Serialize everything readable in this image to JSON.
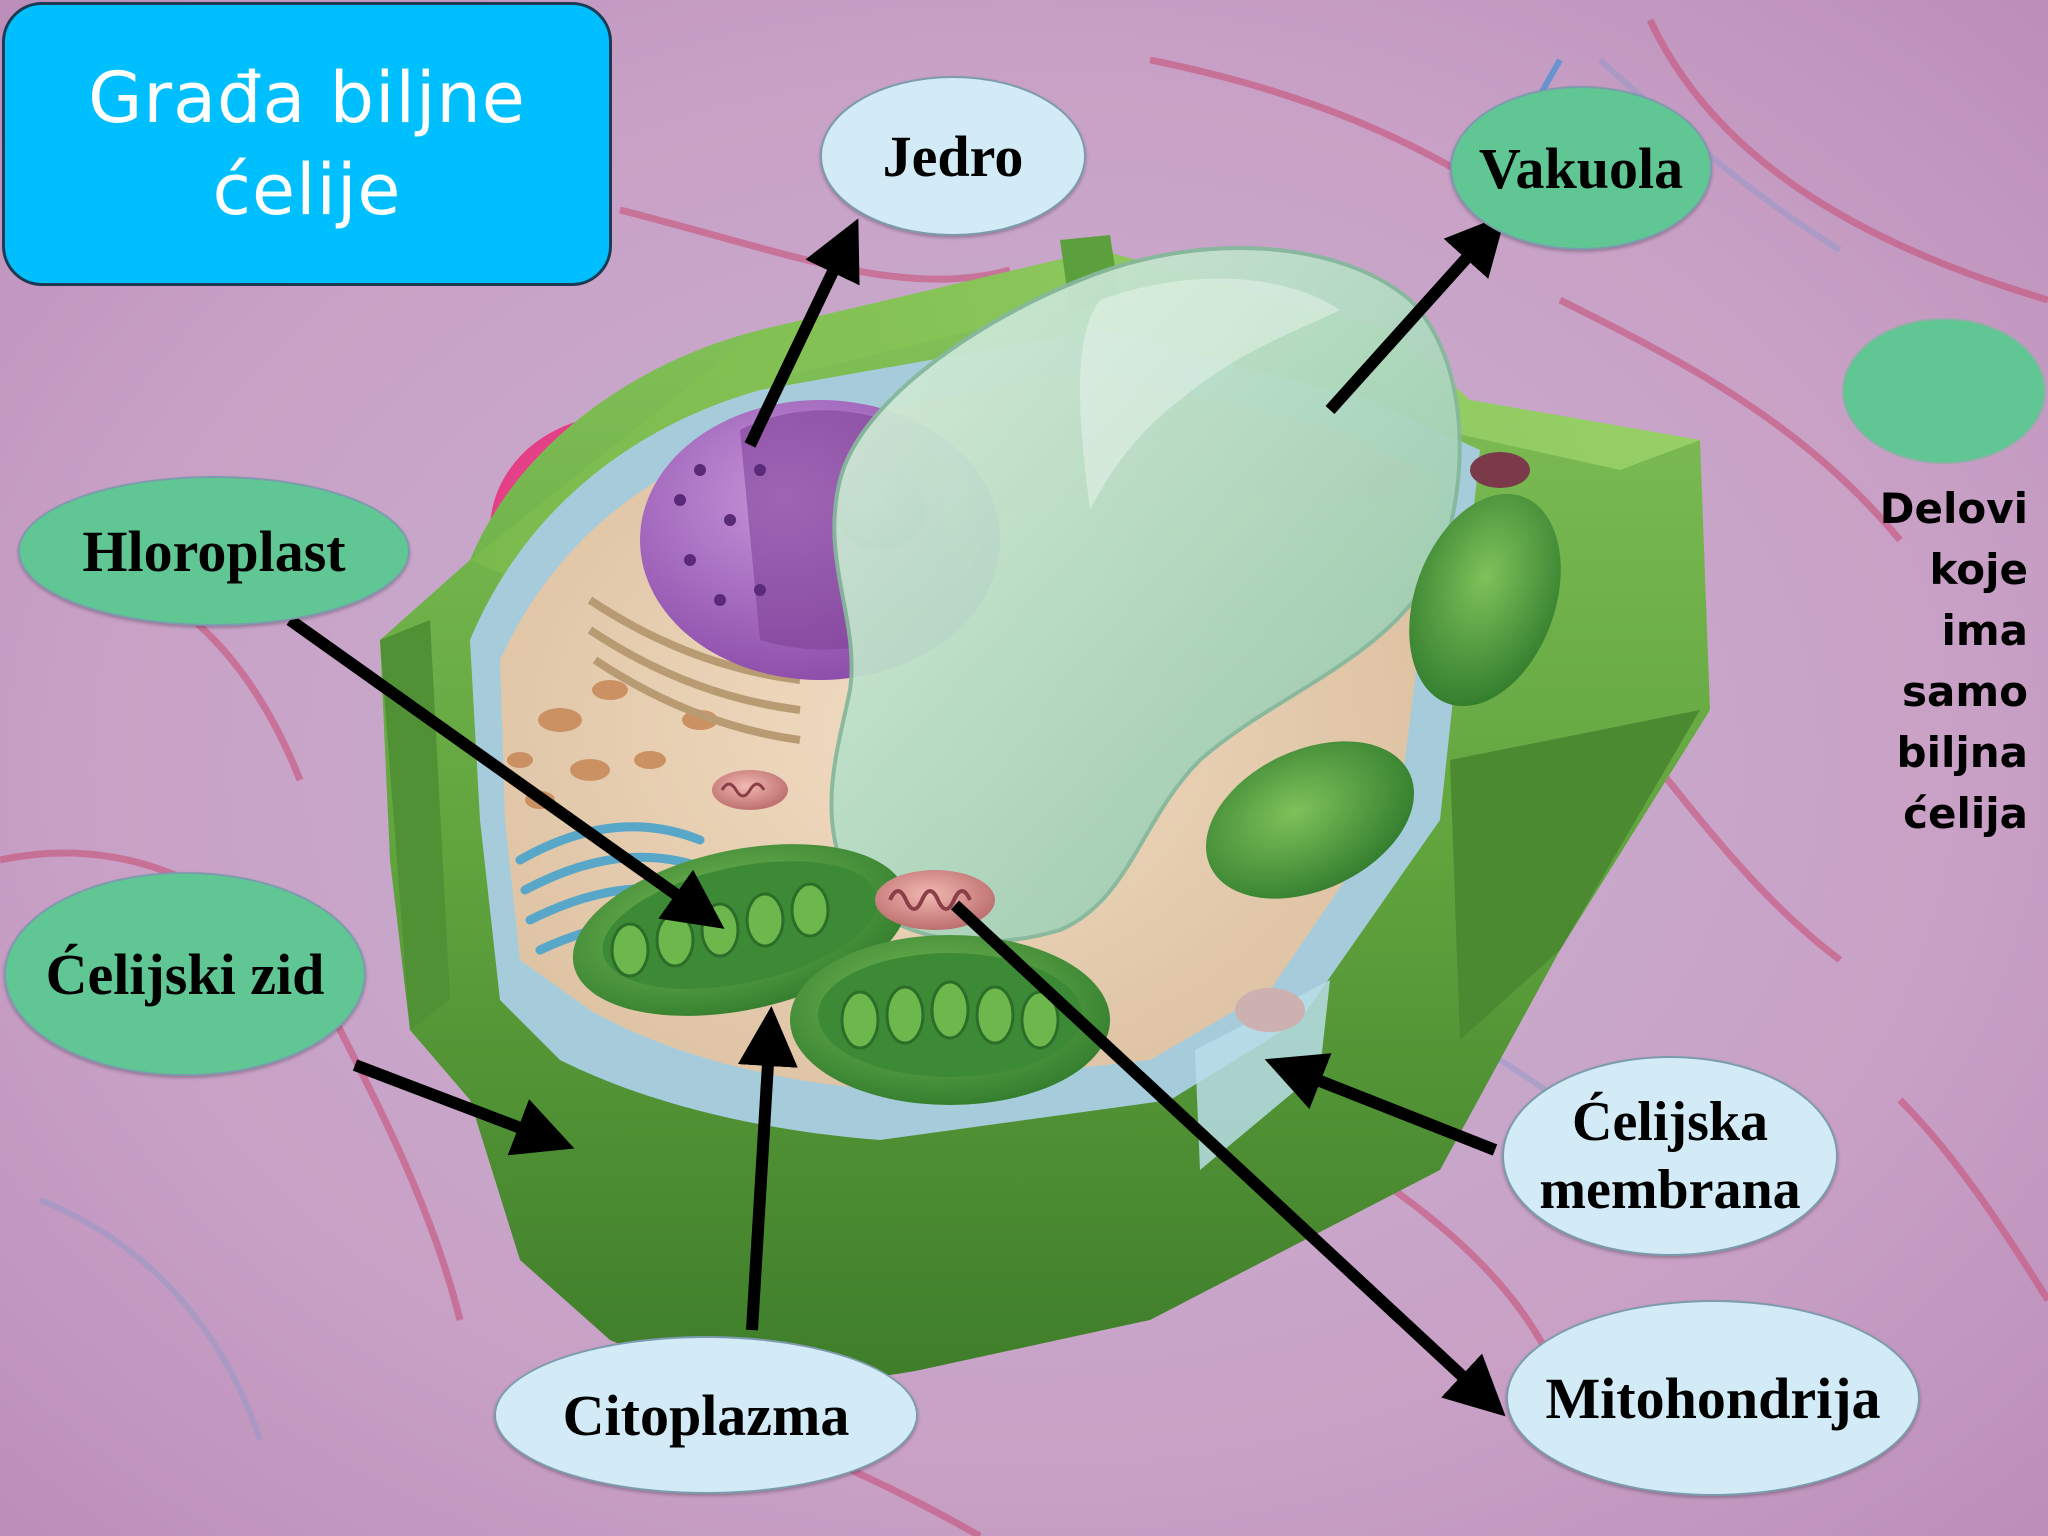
{
  "title": {
    "line1": "Građa biljne",
    "line2": "ćelije"
  },
  "labels": {
    "jedro": "Jedro",
    "vakuola": "Vakuola",
    "hloroplast": "Hloroplast",
    "celijski_zid": "Ćelijski zid",
    "celijska_membrana_1": "Ćelijska",
    "celijska_membrana_2": "membrana",
    "citoplazma": "Citoplazma",
    "mitohondrija": "Mitohondrija"
  },
  "side_note": [
    "Delovi",
    "koje",
    "ima",
    "samo",
    "biljna",
    "ćelija"
  ],
  "colors": {
    "title_box": "#00bfff",
    "label_green": "#5fc694",
    "label_light": "#d3ebf6",
    "arrow": "#000000",
    "cell_wall": "#5a9a3a"
  }
}
